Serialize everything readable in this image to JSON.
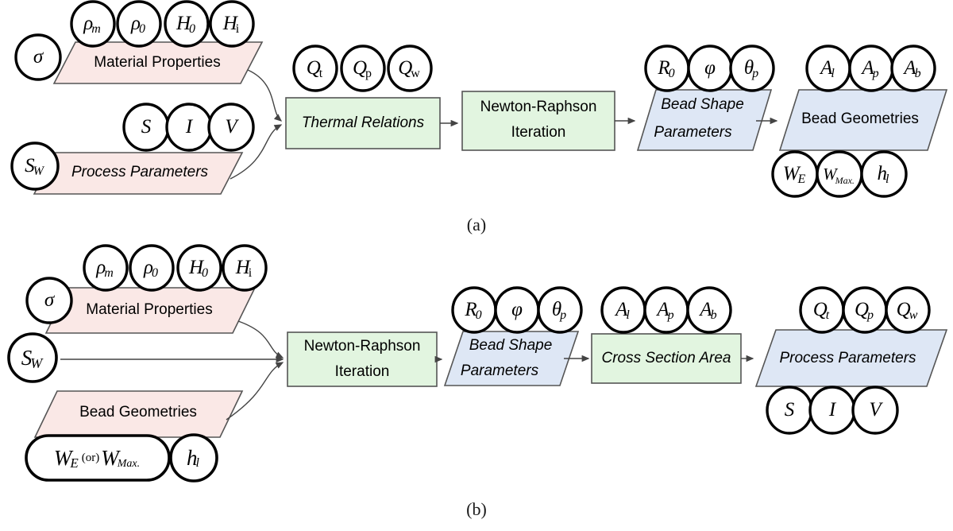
{
  "figure": {
    "type": "flowchart",
    "panels": [
      {
        "id": "a",
        "caption": "(a)",
        "nodes": [
          {
            "id": "a-material-properties",
            "label": "Material Properties",
            "shape": "parallelogram",
            "fill": "#fae8e6",
            "role": "data"
          },
          {
            "id": "a-process-parameters",
            "label": "Process Parameters",
            "shape": "parallelogram",
            "fill": "#fae8e6",
            "role": "data"
          },
          {
            "id": "a-thermal-relations",
            "label": "Thermal Relations",
            "shape": "rectangle",
            "fill": "#e2f5e0",
            "role": "process"
          },
          {
            "id": "a-newton-raphson",
            "label": "Newton-Raphson\nIteration",
            "line1": "Newton-Raphson",
            "line2": "Iteration",
            "shape": "rectangle",
            "fill": "#e2f5e0",
            "role": "process"
          },
          {
            "id": "a-bead-shape-parameters",
            "label": "Bead Shape Parameters",
            "line1": "Bead Shape",
            "line2": "Parameters",
            "shape": "parallelogram",
            "fill": "#dee7f5",
            "role": "data"
          },
          {
            "id": "a-bead-geometries",
            "label": "Bead Geometries",
            "shape": "parallelogram",
            "fill": "#dee7f5",
            "role": "data"
          }
        ],
        "symbols": [
          {
            "id": "a-sigma",
            "base": "σ",
            "sub": "",
            "attached_to": "a-material-properties",
            "position": "left"
          },
          {
            "id": "a-rho-m",
            "base": "ρ",
            "sub": "m",
            "attached_to": "a-material-properties",
            "position": "top"
          },
          {
            "id": "a-rho-0",
            "base": "ρ",
            "sub": "0",
            "attached_to": "a-material-properties",
            "position": "top"
          },
          {
            "id": "a-h-0",
            "base": "H",
            "sub": "0",
            "attached_to": "a-material-properties",
            "position": "top"
          },
          {
            "id": "a-h-i",
            "base": "H",
            "sub": "i",
            "sub_upright": true,
            "attached_to": "a-material-properties",
            "position": "top"
          },
          {
            "id": "a-s-w",
            "base": "S",
            "sub": "W",
            "attached_to": "a-process-parameters",
            "position": "left"
          },
          {
            "id": "a-s",
            "base": "S",
            "sub": "",
            "attached_to": "a-process-parameters",
            "position": "top"
          },
          {
            "id": "a-i",
            "base": "I",
            "sub": "",
            "attached_to": "a-process-parameters",
            "position": "top"
          },
          {
            "id": "a-v",
            "base": "V",
            "sub": "",
            "attached_to": "a-process-parameters",
            "position": "top"
          },
          {
            "id": "a-q-t",
            "base": "Q",
            "sub": "t",
            "sub_upright": true,
            "attached_to": "a-thermal-relations",
            "position": "top"
          },
          {
            "id": "a-q-p",
            "base": "Q",
            "sub": "p",
            "sub_upright": true,
            "attached_to": "a-thermal-relations",
            "position": "top"
          },
          {
            "id": "a-q-w",
            "base": "Q",
            "sub": "w",
            "sub_upright": true,
            "attached_to": "a-thermal-relations",
            "position": "top"
          },
          {
            "id": "a-r-0",
            "base": "R",
            "sub": "0",
            "attached_to": "a-bead-shape-parameters",
            "position": "top"
          },
          {
            "id": "a-phi",
            "base": "φ",
            "sub": "",
            "attached_to": "a-bead-shape-parameters",
            "position": "top"
          },
          {
            "id": "a-theta-p",
            "base": "θ",
            "sub": "p",
            "attached_to": "a-bead-shape-parameters",
            "position": "top"
          },
          {
            "id": "a-a-l",
            "base": "A",
            "sub": "l",
            "attached_to": "a-bead-geometries",
            "position": "top"
          },
          {
            "id": "a-a-p",
            "base": "A",
            "sub": "p",
            "attached_to": "a-bead-geometries",
            "position": "top"
          },
          {
            "id": "a-a-b",
            "base": "A",
            "sub": "b",
            "attached_to": "a-bead-geometries",
            "position": "top"
          },
          {
            "id": "a-w-e",
            "base": "W",
            "sub": "E",
            "attached_to": "a-bead-geometries",
            "position": "bottom"
          },
          {
            "id": "a-w-max",
            "base": "W",
            "sub": "Max.",
            "attached_to": "a-bead-geometries",
            "position": "bottom"
          },
          {
            "id": "a-h-l",
            "base": "h",
            "sub": "l",
            "attached_to": "a-bead-geometries",
            "position": "bottom"
          }
        ],
        "edges": [
          {
            "from": "a-material-properties",
            "to": "a-thermal-relations"
          },
          {
            "from": "a-process-parameters",
            "to": "a-thermal-relations"
          },
          {
            "from": "a-thermal-relations",
            "to": "a-newton-raphson"
          },
          {
            "from": "a-newton-raphson",
            "to": "a-bead-shape-parameters"
          },
          {
            "from": "a-bead-shape-parameters",
            "to": "a-bead-geometries"
          }
        ]
      },
      {
        "id": "b",
        "caption": "(b)",
        "nodes": [
          {
            "id": "b-material-properties",
            "label": "Material Properties",
            "shape": "parallelogram",
            "fill": "#fae8e6",
            "role": "data"
          },
          {
            "id": "b-bead-geometries",
            "label": "Bead Geometries",
            "shape": "parallelogram",
            "fill": "#fae8e6",
            "role": "data"
          },
          {
            "id": "b-newton-raphson",
            "label": "Newton-Raphson Iteration",
            "line1": "Newton-Raphson",
            "line2": "Iteration",
            "shape": "rectangle",
            "fill": "#e2f5e0",
            "role": "process"
          },
          {
            "id": "b-bead-shape-parameters",
            "label": "Bead Shape Parameters",
            "line1": "Bead Shape",
            "line2": "Parameters",
            "shape": "parallelogram",
            "fill": "#dee7f5",
            "role": "data"
          },
          {
            "id": "b-cross-section-area",
            "label": "Cross Section Area",
            "shape": "rectangle",
            "fill": "#e2f5e0",
            "role": "process"
          },
          {
            "id": "b-process-parameters",
            "label": "Process Parameters",
            "shape": "parallelogram",
            "fill": "#dee7f5",
            "role": "data"
          }
        ],
        "symbols": [
          {
            "id": "b-sigma",
            "base": "σ",
            "sub": "",
            "attached_to": "b-material-properties",
            "position": "left"
          },
          {
            "id": "b-rho-m",
            "base": "ρ",
            "sub": "m",
            "attached_to": "b-material-properties",
            "position": "top"
          },
          {
            "id": "b-rho-0",
            "base": "ρ",
            "sub": "0",
            "attached_to": "b-material-properties",
            "position": "top"
          },
          {
            "id": "b-h-0",
            "base": "H",
            "sub": "0",
            "attached_to": "b-material-properties",
            "position": "top"
          },
          {
            "id": "b-h-i",
            "base": "H",
            "sub": "i",
            "sub_upright": true,
            "attached_to": "b-material-properties",
            "position": "top"
          },
          {
            "id": "b-s-w",
            "base": "S",
            "sub": "W",
            "attached_to": "b-newton-raphson",
            "position": "standalone"
          },
          {
            "id": "b-w-e-or-w-max",
            "text": "W_E (or) W_Max.",
            "base": "W",
            "sub": "E",
            "mid": "(or)",
            "base2": "W",
            "sub2": "Max.",
            "attached_to": "b-bead-geometries",
            "position": "bottom",
            "shape": "pill"
          },
          {
            "id": "b-h-l",
            "base": "h",
            "sub": "l",
            "attached_to": "b-bead-geometries",
            "position": "bottom"
          },
          {
            "id": "b-r-0",
            "base": "R",
            "sub": "0",
            "attached_to": "b-bead-shape-parameters",
            "position": "top"
          },
          {
            "id": "b-phi",
            "base": "φ",
            "sub": "",
            "attached_to": "b-bead-shape-parameters",
            "position": "top"
          },
          {
            "id": "b-theta-p",
            "base": "θ",
            "sub": "p",
            "attached_to": "b-bead-shape-parameters",
            "position": "top"
          },
          {
            "id": "b-a-l",
            "base": "A",
            "sub": "l",
            "attached_to": "b-cross-section-area",
            "position": "top"
          },
          {
            "id": "b-a-p",
            "base": "A",
            "sub": "p",
            "attached_to": "b-cross-section-area",
            "position": "top"
          },
          {
            "id": "b-a-b",
            "base": "A",
            "sub": "b",
            "attached_to": "b-cross-section-area",
            "position": "top"
          },
          {
            "id": "b-q-t",
            "base": "Q",
            "sub": "t",
            "attached_to": "b-process-parameters",
            "position": "top"
          },
          {
            "id": "b-q-p",
            "base": "Q",
            "sub": "p",
            "attached_to": "b-process-parameters",
            "position": "top"
          },
          {
            "id": "b-q-w",
            "base": "Q",
            "sub": "w",
            "attached_to": "b-process-parameters",
            "position": "top"
          },
          {
            "id": "b-s",
            "base": "S",
            "sub": "",
            "attached_to": "b-process-parameters",
            "position": "bottom"
          },
          {
            "id": "b-i",
            "base": "I",
            "sub": "",
            "attached_to": "b-process-parameters",
            "position": "bottom"
          },
          {
            "id": "b-v",
            "base": "V",
            "sub": "",
            "attached_to": "b-process-parameters",
            "position": "bottom"
          }
        ],
        "edges": [
          {
            "from": "b-material-properties",
            "to": "b-newton-raphson"
          },
          {
            "from": "b-s-w",
            "to": "b-newton-raphson"
          },
          {
            "from": "b-bead-geometries",
            "to": "b-newton-raphson"
          },
          {
            "from": "b-newton-raphson",
            "to": "b-bead-shape-parameters"
          },
          {
            "from": "b-bead-shape-parameters",
            "to": "b-cross-section-area"
          },
          {
            "from": "b-cross-section-area",
            "to": "b-process-parameters"
          }
        ]
      }
    ],
    "colors": {
      "pink_fill": "#fae8e6",
      "green_fill": "#e2f5e0",
      "blue_fill": "#dee7f5",
      "stroke": "#4d4d4d",
      "circle_stroke": "#000000",
      "arrow": "#444444"
    }
  },
  "panel_a": {
    "caption": "(a)",
    "material_properties": "Material Properties",
    "process_parameters": "Process Parameters",
    "thermal_relations": "Thermal Relations",
    "newton_raphson_l1": "Newton-Raphson",
    "newton_raphson_l2": "Iteration",
    "bead_shape_l1": "Bead Shape",
    "bead_shape_l2": "Parameters",
    "bead_geometries": "Bead Geometries"
  },
  "panel_b": {
    "caption": "(b)",
    "material_properties": "Material Properties",
    "bead_geometries": "Bead Geometries",
    "newton_raphson_l1": "Newton-Raphson",
    "newton_raphson_l2": "Iteration",
    "bead_shape_l1": "Bead Shape",
    "bead_shape_l2": "Parameters",
    "cross_section_area": "Cross Section Area",
    "process_parameters": "Process Parameters"
  },
  "glyphs": {
    "sigma": "σ",
    "rho": "ρ",
    "phi": "φ",
    "theta": "θ",
    "H": "H",
    "S": "S",
    "I": "I",
    "V": "V",
    "Q": "Q",
    "R": "R",
    "A": "A",
    "W": "W",
    "h": "h",
    "sub_m": "m",
    "sub_0": "0",
    "sub_i": "i",
    "sub_W": "W",
    "sub_t": "t",
    "sub_p": "p",
    "sub_w": "w",
    "sub_l": "l",
    "sub_b": "b",
    "sub_E": "E",
    "sub_Max": "Max.",
    "or_text": "(or)"
  }
}
